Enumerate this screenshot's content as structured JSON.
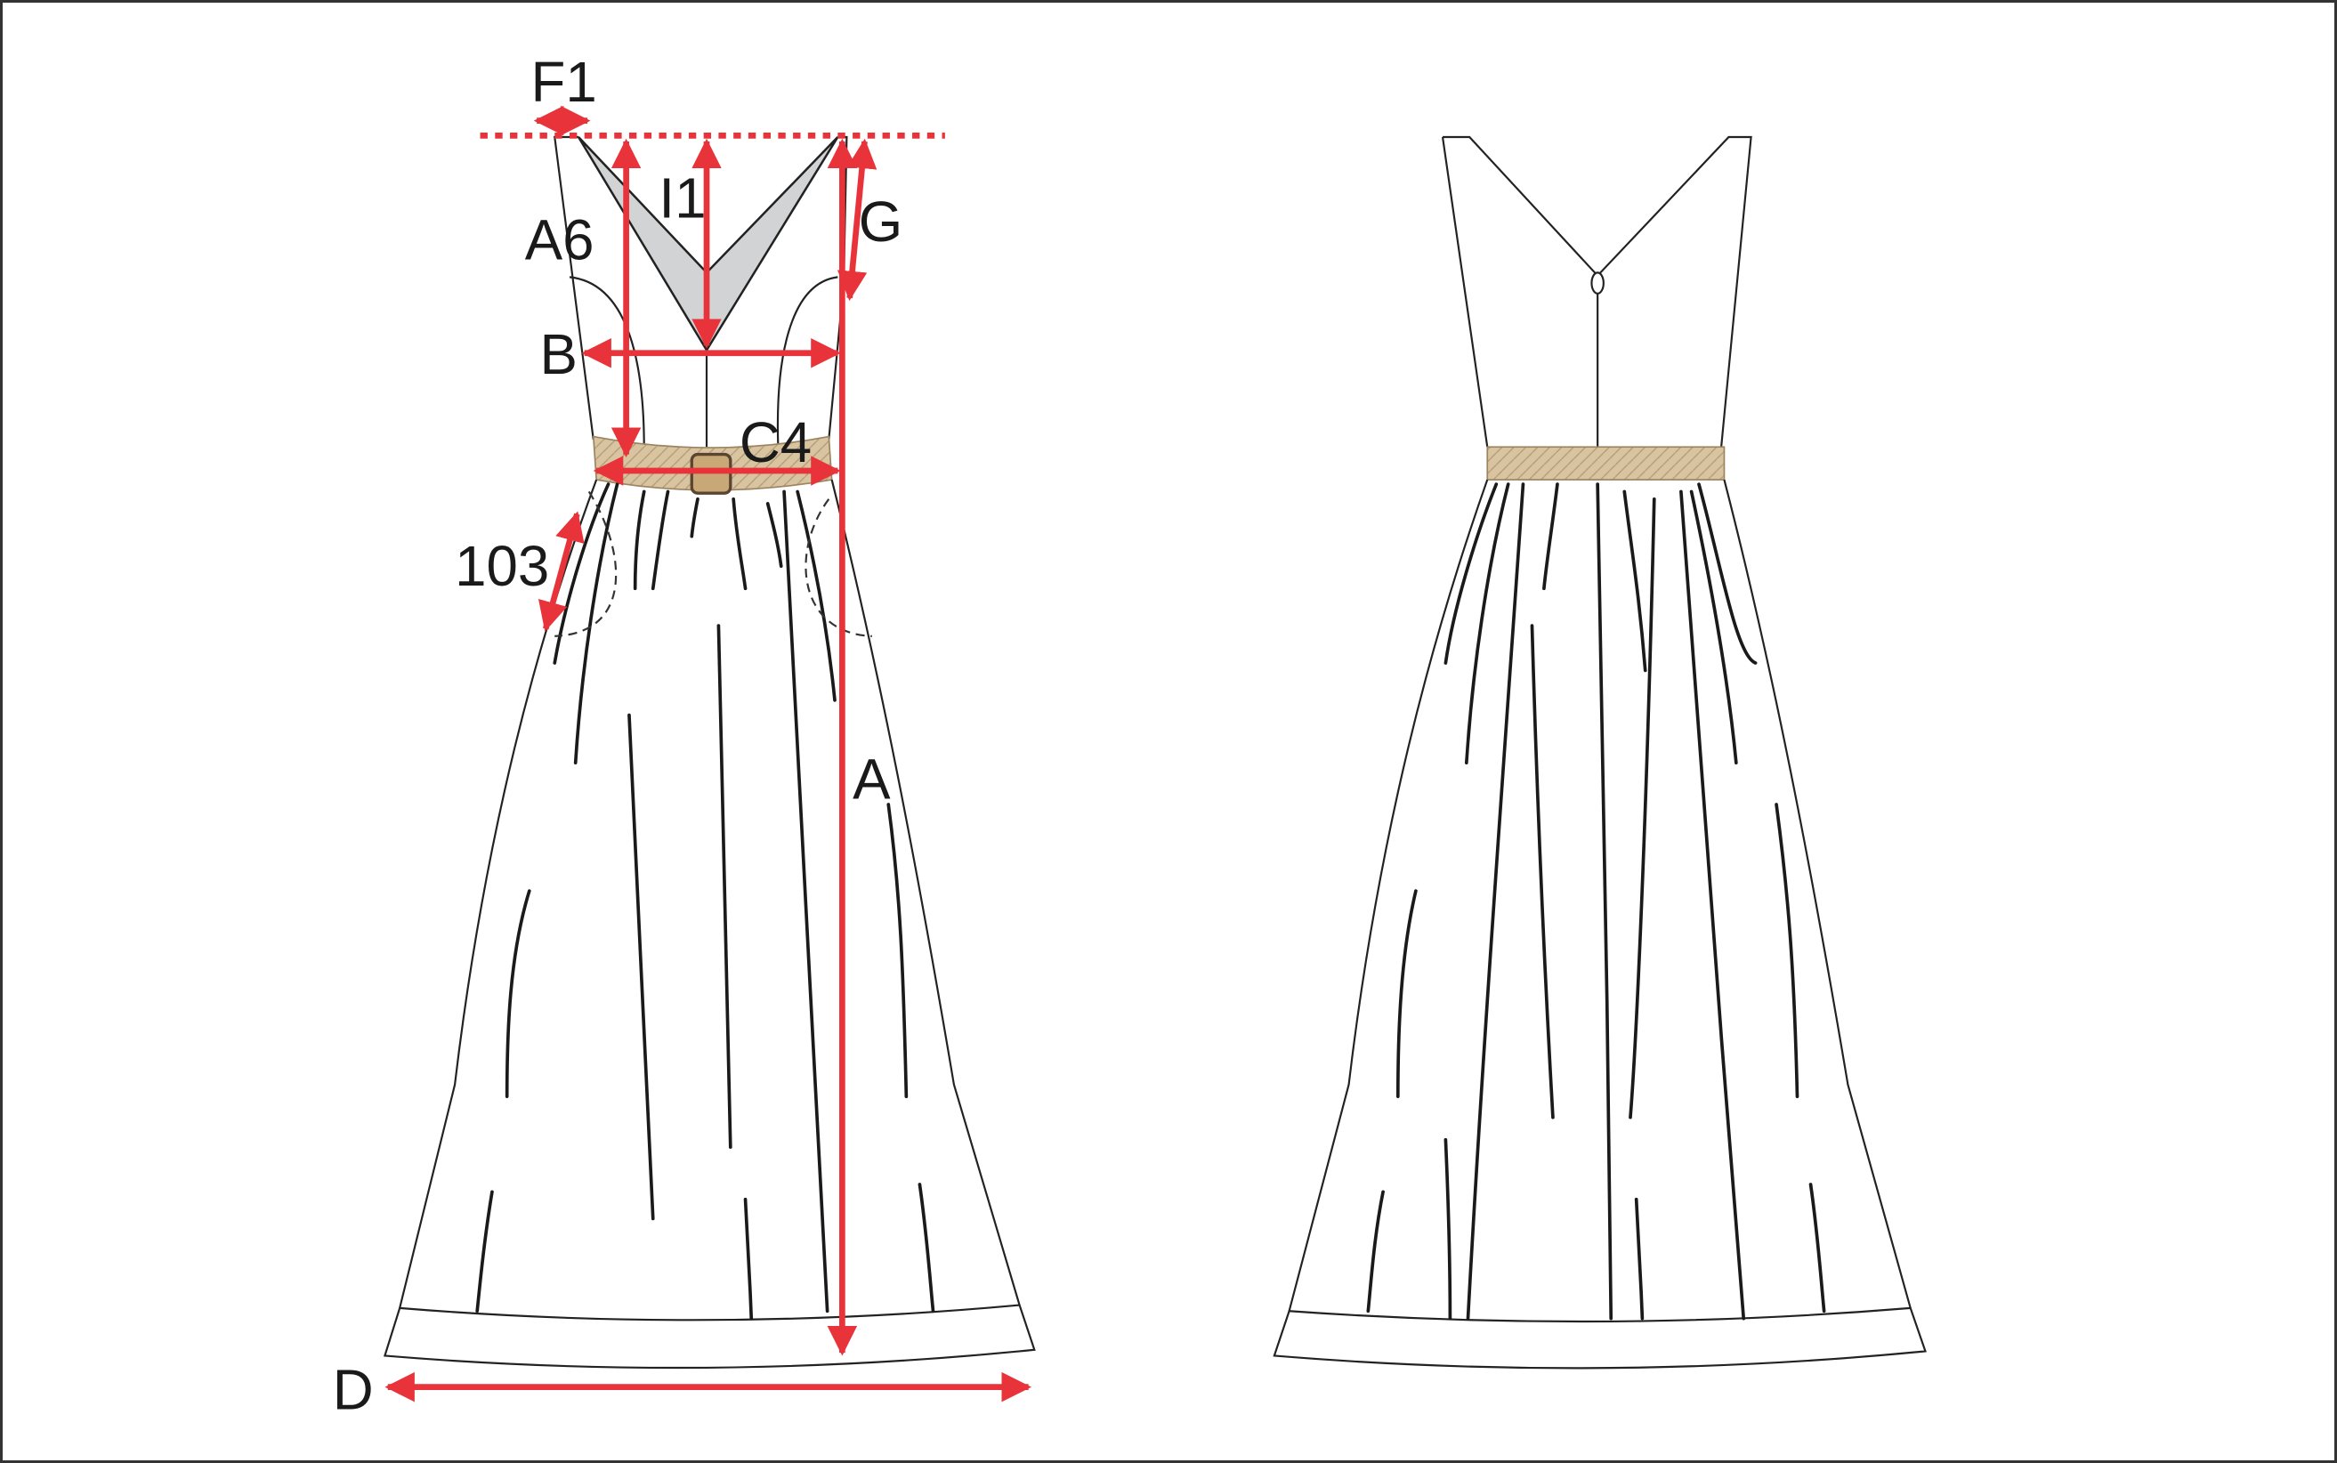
{
  "diagram": {
    "title": "Dress measurement guide",
    "colors": {
      "measure": "#e8333a",
      "belt": "#d8c4a0",
      "neck_lining": "#d1d3d4",
      "outline": "#222222"
    },
    "views": [
      "front",
      "back"
    ],
    "labels": {
      "F1": "F1",
      "I1": "I1",
      "A6": "A6",
      "G": "G",
      "B": "B",
      "C4": "C4",
      "n103": "103",
      "A": "A",
      "D": "D"
    }
  }
}
